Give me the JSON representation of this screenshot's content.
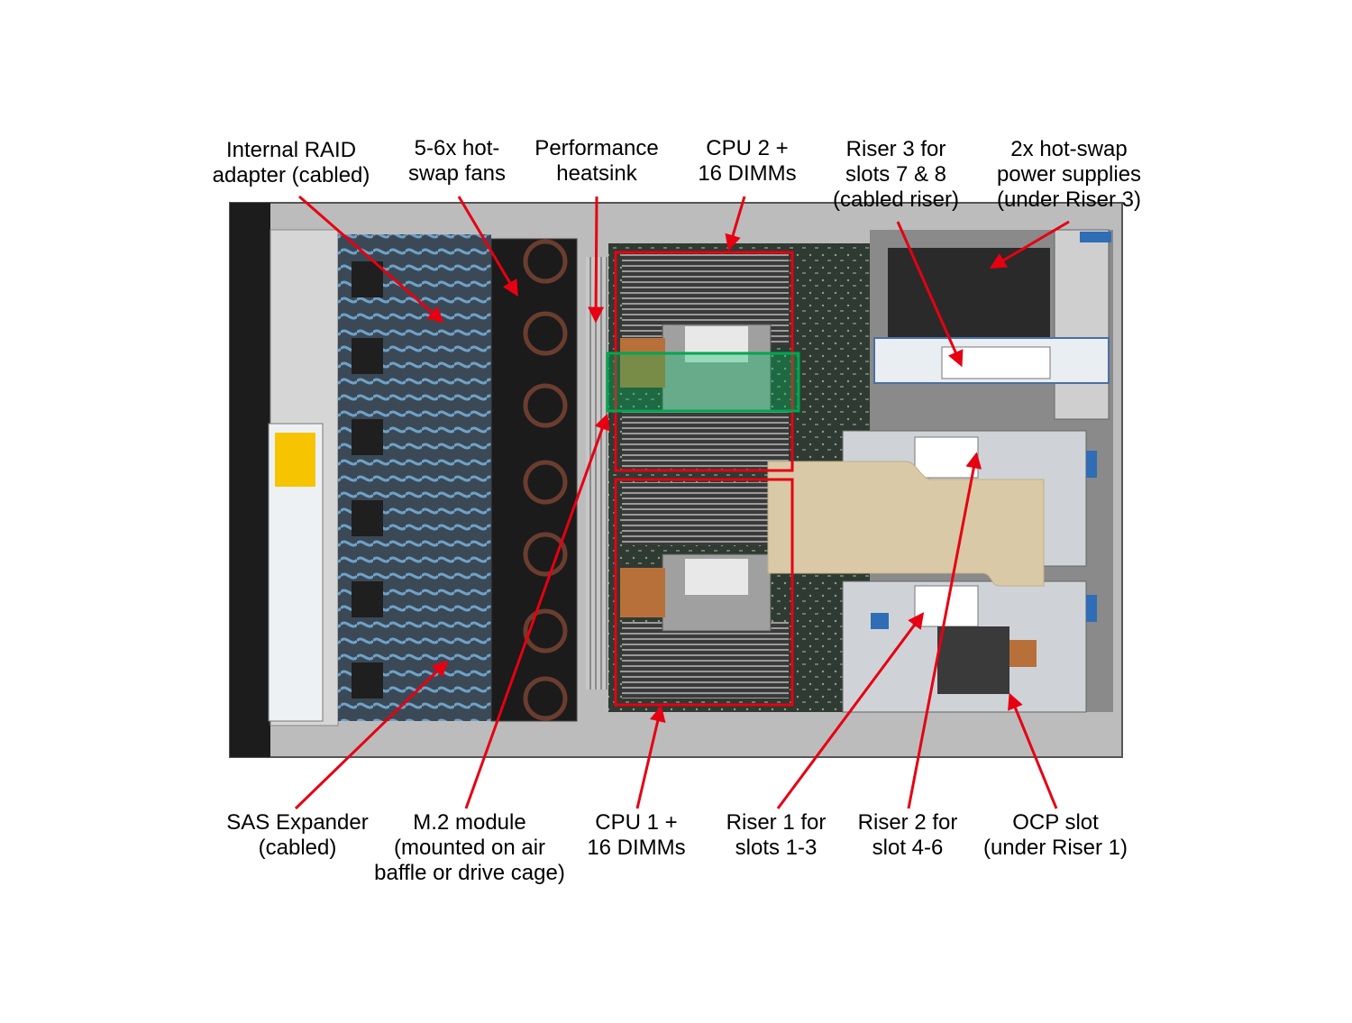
{
  "colors": {
    "arrow": "#e60012",
    "cpu_box": "#e60012",
    "heatsink_box": "#00a651",
    "riser_highlight": "#d9c9a6"
  },
  "labels": {
    "raid": [
      "Internal RAID",
      "adapter (cabled)"
    ],
    "fans": [
      "5-6x hot-",
      "swap fans"
    ],
    "heatsink": [
      "Performance",
      "heatsink"
    ],
    "cpu2": [
      "CPU 2 +",
      "16 DIMMs"
    ],
    "riser3": [
      "Riser 3 for",
      "slots 7 & 8",
      "(cabled riser)"
    ],
    "psu": [
      "2x hot-swap",
      "power supplies",
      "(under Riser 3)"
    ],
    "sas": [
      "SAS Expander",
      "(cabled)"
    ],
    "m2": [
      "M.2 module",
      "(mounted on air",
      "baffle or drive cage)"
    ],
    "cpu1": [
      "CPU 1 +",
      "16 DIMMs"
    ],
    "riser1": [
      "Riser 1 for",
      "slots 1-3"
    ],
    "riser2": [
      "Riser 2 for",
      "slot 4-6"
    ],
    "ocp": [
      "OCP slot",
      "(under Riser 1)"
    ]
  }
}
